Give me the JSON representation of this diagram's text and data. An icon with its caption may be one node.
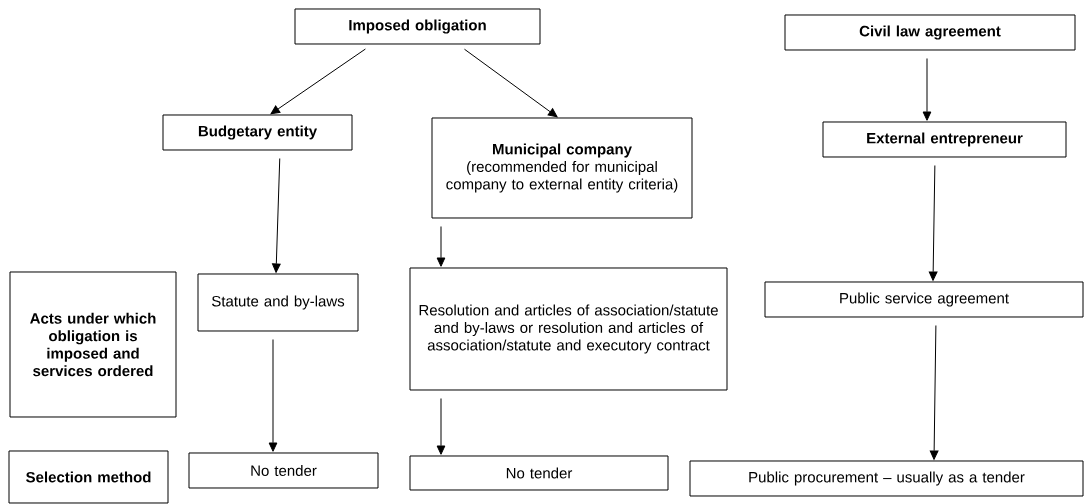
{
  "diagram": {
    "nodes": [
      {
        "text": [
          "Imposed obligation"
        ]
      },
      {
        "text": [
          "Civil law agreement"
        ]
      },
      {
        "text": [
          "Budgetary entity"
        ]
      },
      {
        "text": [
          "Municipal company",
          "(recommended for municipal company to external entity criteria)"
        ]
      },
      {
        "text": [
          "External entrepreneur"
        ]
      },
      {
        "text": [
          "Acts under which obligation is imposed and services ordered"
        ]
      },
      {
        "text": [
          "Statute and by-laws"
        ]
      },
      {
        "text": [
          "Resolution and articles of association/statute and by-laws or resolution and articles of association/statute and executory contract"
        ]
      },
      {
        "text": [
          "Public service agreement"
        ]
      },
      {
        "text": [
          "Selection method"
        ]
      },
      {
        "text": [
          "No tender"
        ]
      },
      {
        "text": [
          "No tender"
        ]
      },
      {
        "text": [
          "Public procurement – usually as a tender"
        ]
      }
    ],
    "edges": [
      {
        "from": 0,
        "to": 2,
        "arrow": "to"
      },
      {
        "from": 0,
        "to": 3,
        "arrow": "to"
      },
      {
        "from": 1,
        "to": 4,
        "arrow": "to"
      },
      {
        "from": 2,
        "to": 6,
        "arrow": "to"
      },
      {
        "from": 3,
        "to": 7,
        "arrow": "to"
      },
      {
        "from": 4,
        "to": 8,
        "arrow": "to"
      },
      {
        "from": 6,
        "to": 10,
        "arrow": "to"
      },
      {
        "from": 7,
        "to": 11,
        "arrow": "to"
      },
      {
        "from": 8,
        "to": 12,
        "arrow": "to"
      }
    ]
  }
}
